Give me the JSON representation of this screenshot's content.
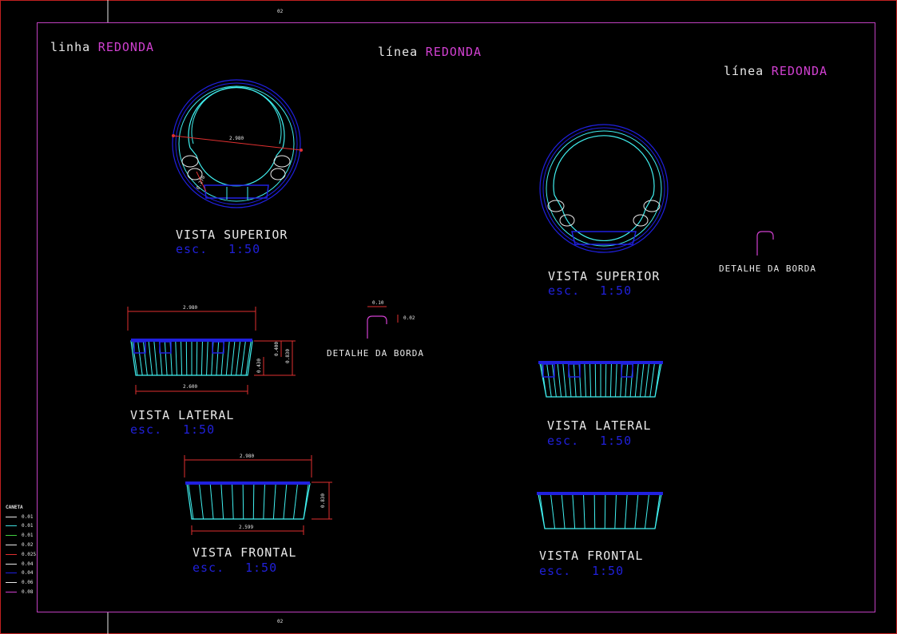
{
  "sheet_marker_top": "02",
  "sheet_marker_bottom": "02",
  "titles": {
    "left_prefix": "linha",
    "center_prefix": "línea",
    "right_prefix": "línea",
    "model": "REDONDA"
  },
  "left": {
    "superior": {
      "label": "VISTA SUPERIOR",
      "scale_word": "esc.",
      "scale": "1:50",
      "dim_diameter": "2.980",
      "dim_small": "0.270"
    },
    "lateral": {
      "label": "VISTA LATERAL",
      "scale_word": "esc.",
      "scale": "1:50",
      "dim_top": "2.980",
      "dim_bottom": "2.600",
      "dim_h1": "0.400",
      "dim_h2": "0.830",
      "dim_h3": "0.430"
    },
    "frontal": {
      "label": "VISTA FRONTAL",
      "scale_word": "esc.",
      "scale": "1:50",
      "dim_top": "2.980",
      "dim_bottom": "2.599",
      "dim_h": "0.830"
    },
    "detail": {
      "label": "DETALHE DA BORDA",
      "dim_w": "0.10",
      "dim_h": "0.02"
    }
  },
  "right": {
    "superior": {
      "label": "VISTA SUPERIOR",
      "scale_word": "esc.",
      "scale": "1:50"
    },
    "lateral": {
      "label": "VISTA LATERAL",
      "scale_word": "esc.",
      "scale": "1:50"
    },
    "frontal": {
      "label": "VISTA FRONTAL",
      "scale_word": "esc.",
      "scale": "1:50"
    },
    "detail": {
      "label": "DETALHE DA BORDA"
    }
  },
  "legend": {
    "title": "CANETA",
    "items": [
      {
        "value": "0.01",
        "color": "#e8e8e8"
      },
      {
        "value": "0.01",
        "color": "#40e0e0"
      },
      {
        "value": "0.01",
        "color": "#40d040"
      },
      {
        "value": "0.02",
        "color": "#e8e8e8"
      },
      {
        "value": "0.025",
        "color": "#e03030"
      },
      {
        "value": "0.04",
        "color": "#e8e8e8"
      },
      {
        "value": "0.04",
        "color": "#2020e0"
      },
      {
        "value": "0.06",
        "color": "#e8e8e8"
      },
      {
        "value": "0.08",
        "color": "#d040d0"
      }
    ]
  },
  "colors": {
    "frame_red": "#c02020",
    "frame_magenta": "#c040c0",
    "cyan": "#40f0f0",
    "blue": "#2020e0",
    "red": "#e03030",
    "white": "#e8e8e8",
    "magenta": "#d040d0"
  }
}
